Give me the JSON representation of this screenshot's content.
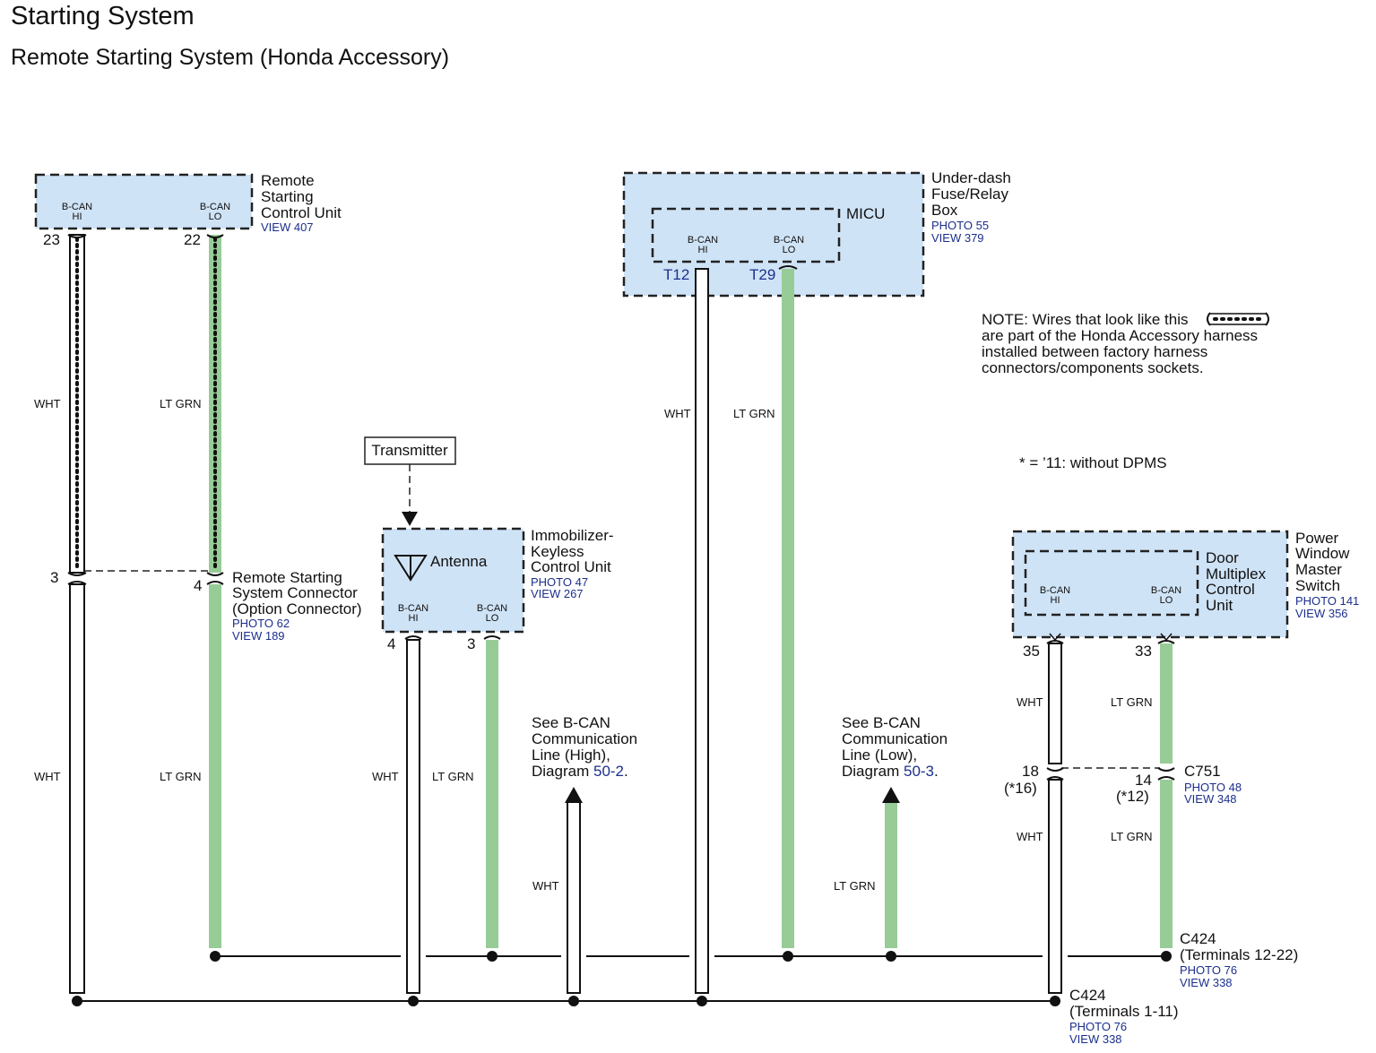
{
  "title": "Starting System",
  "subtitle": "Remote Starting System (Honda Accessory)",
  "colors": {
    "box_fill": "#cfe3f6",
    "lt_grn_wire": "#97cc97",
    "wht_wire": "#ffffff",
    "ref_text": "#1c2f8c"
  },
  "components": {
    "remote_unit": {
      "name": [
        "Remote",
        "Starting",
        "Control Unit"
      ],
      "view": "VIEW 407",
      "pin_hi": [
        "B-CAN",
        "HI"
      ],
      "pin_lo": [
        "B-CAN",
        "LO"
      ],
      "term_hi": "23",
      "term_lo": "22"
    },
    "underdash": {
      "name": [
        "Under-dash",
        "Fuse/Relay",
        "Box"
      ],
      "photo": "PHOTO 55",
      "view": "VIEW 379",
      "micu": "MICU",
      "pin_hi": [
        "B-CAN",
        "HI"
      ],
      "pin_lo": [
        "B-CAN",
        "LO"
      ],
      "term_hi": "T12",
      "term_lo": "T29"
    },
    "connector": {
      "name": [
        "Remote Starting",
        "System Connector",
        "(Option Connector)"
      ],
      "photo": "PHOTO 62",
      "view": "VIEW 189",
      "term_hi": "3",
      "term_lo": "4"
    },
    "transmitter": "Transmitter",
    "immobilizer": {
      "name": [
        "Immobilizer-",
        "Keyless",
        "Control Unit"
      ],
      "photo": "PHOTO 47",
      "view": "VIEW 267",
      "antenna": "Antenna",
      "pin_hi": [
        "B-CAN",
        "HI"
      ],
      "pin_lo": [
        "B-CAN",
        "LO"
      ],
      "term_hi": "4",
      "term_lo": "3"
    },
    "power_window": {
      "name": [
        "Power",
        "Window",
        "Master",
        "Switch"
      ],
      "photo": "PHOTO 141",
      "view": "VIEW 356",
      "inner": [
        "Door",
        "Multiplex",
        "Control",
        "Unit"
      ],
      "pin_hi": [
        "B-CAN",
        "HI"
      ],
      "pin_lo": [
        "B-CAN",
        "LO"
      ],
      "term_hi": "35",
      "term_lo": "33"
    },
    "c751": {
      "name": "C751",
      "photo": "PHOTO 48",
      "view": "VIEW 348",
      "term_hi": "18",
      "term_hi_alt": "(*16)",
      "term_lo": "14",
      "term_lo_alt": "(*12)"
    },
    "c424_lo": {
      "name": [
        "C424",
        "(Terminals 12-22)"
      ],
      "photo": "PHOTO 76",
      "view": "VIEW 338"
    },
    "c424_hi": {
      "name": [
        "C424",
        "(Terminals 1-11)"
      ],
      "photo": "PHOTO 76",
      "view": "VIEW 338"
    }
  },
  "wires": {
    "wht": "WHT",
    "ltgrn": "LT GRN"
  },
  "see_high": {
    "lines": [
      "See B-CAN",
      "Communication",
      "Line (High),"
    ],
    "diagram_prefix": "Diagram",
    "diagram_ref": "50-2",
    "suffix": "."
  },
  "see_low": {
    "lines": [
      "See B-CAN",
      "Communication",
      "Line (Low),"
    ],
    "diagram_prefix": "Diagram",
    "diagram_ref": "50-3",
    "suffix": "."
  },
  "note": [
    "NOTE: Wires that look like this",
    "are part of the Honda Accessory harness",
    "installed between factory harness",
    "connectors/components sockets."
  ],
  "footnote": "* =  ’11: without DPMS"
}
